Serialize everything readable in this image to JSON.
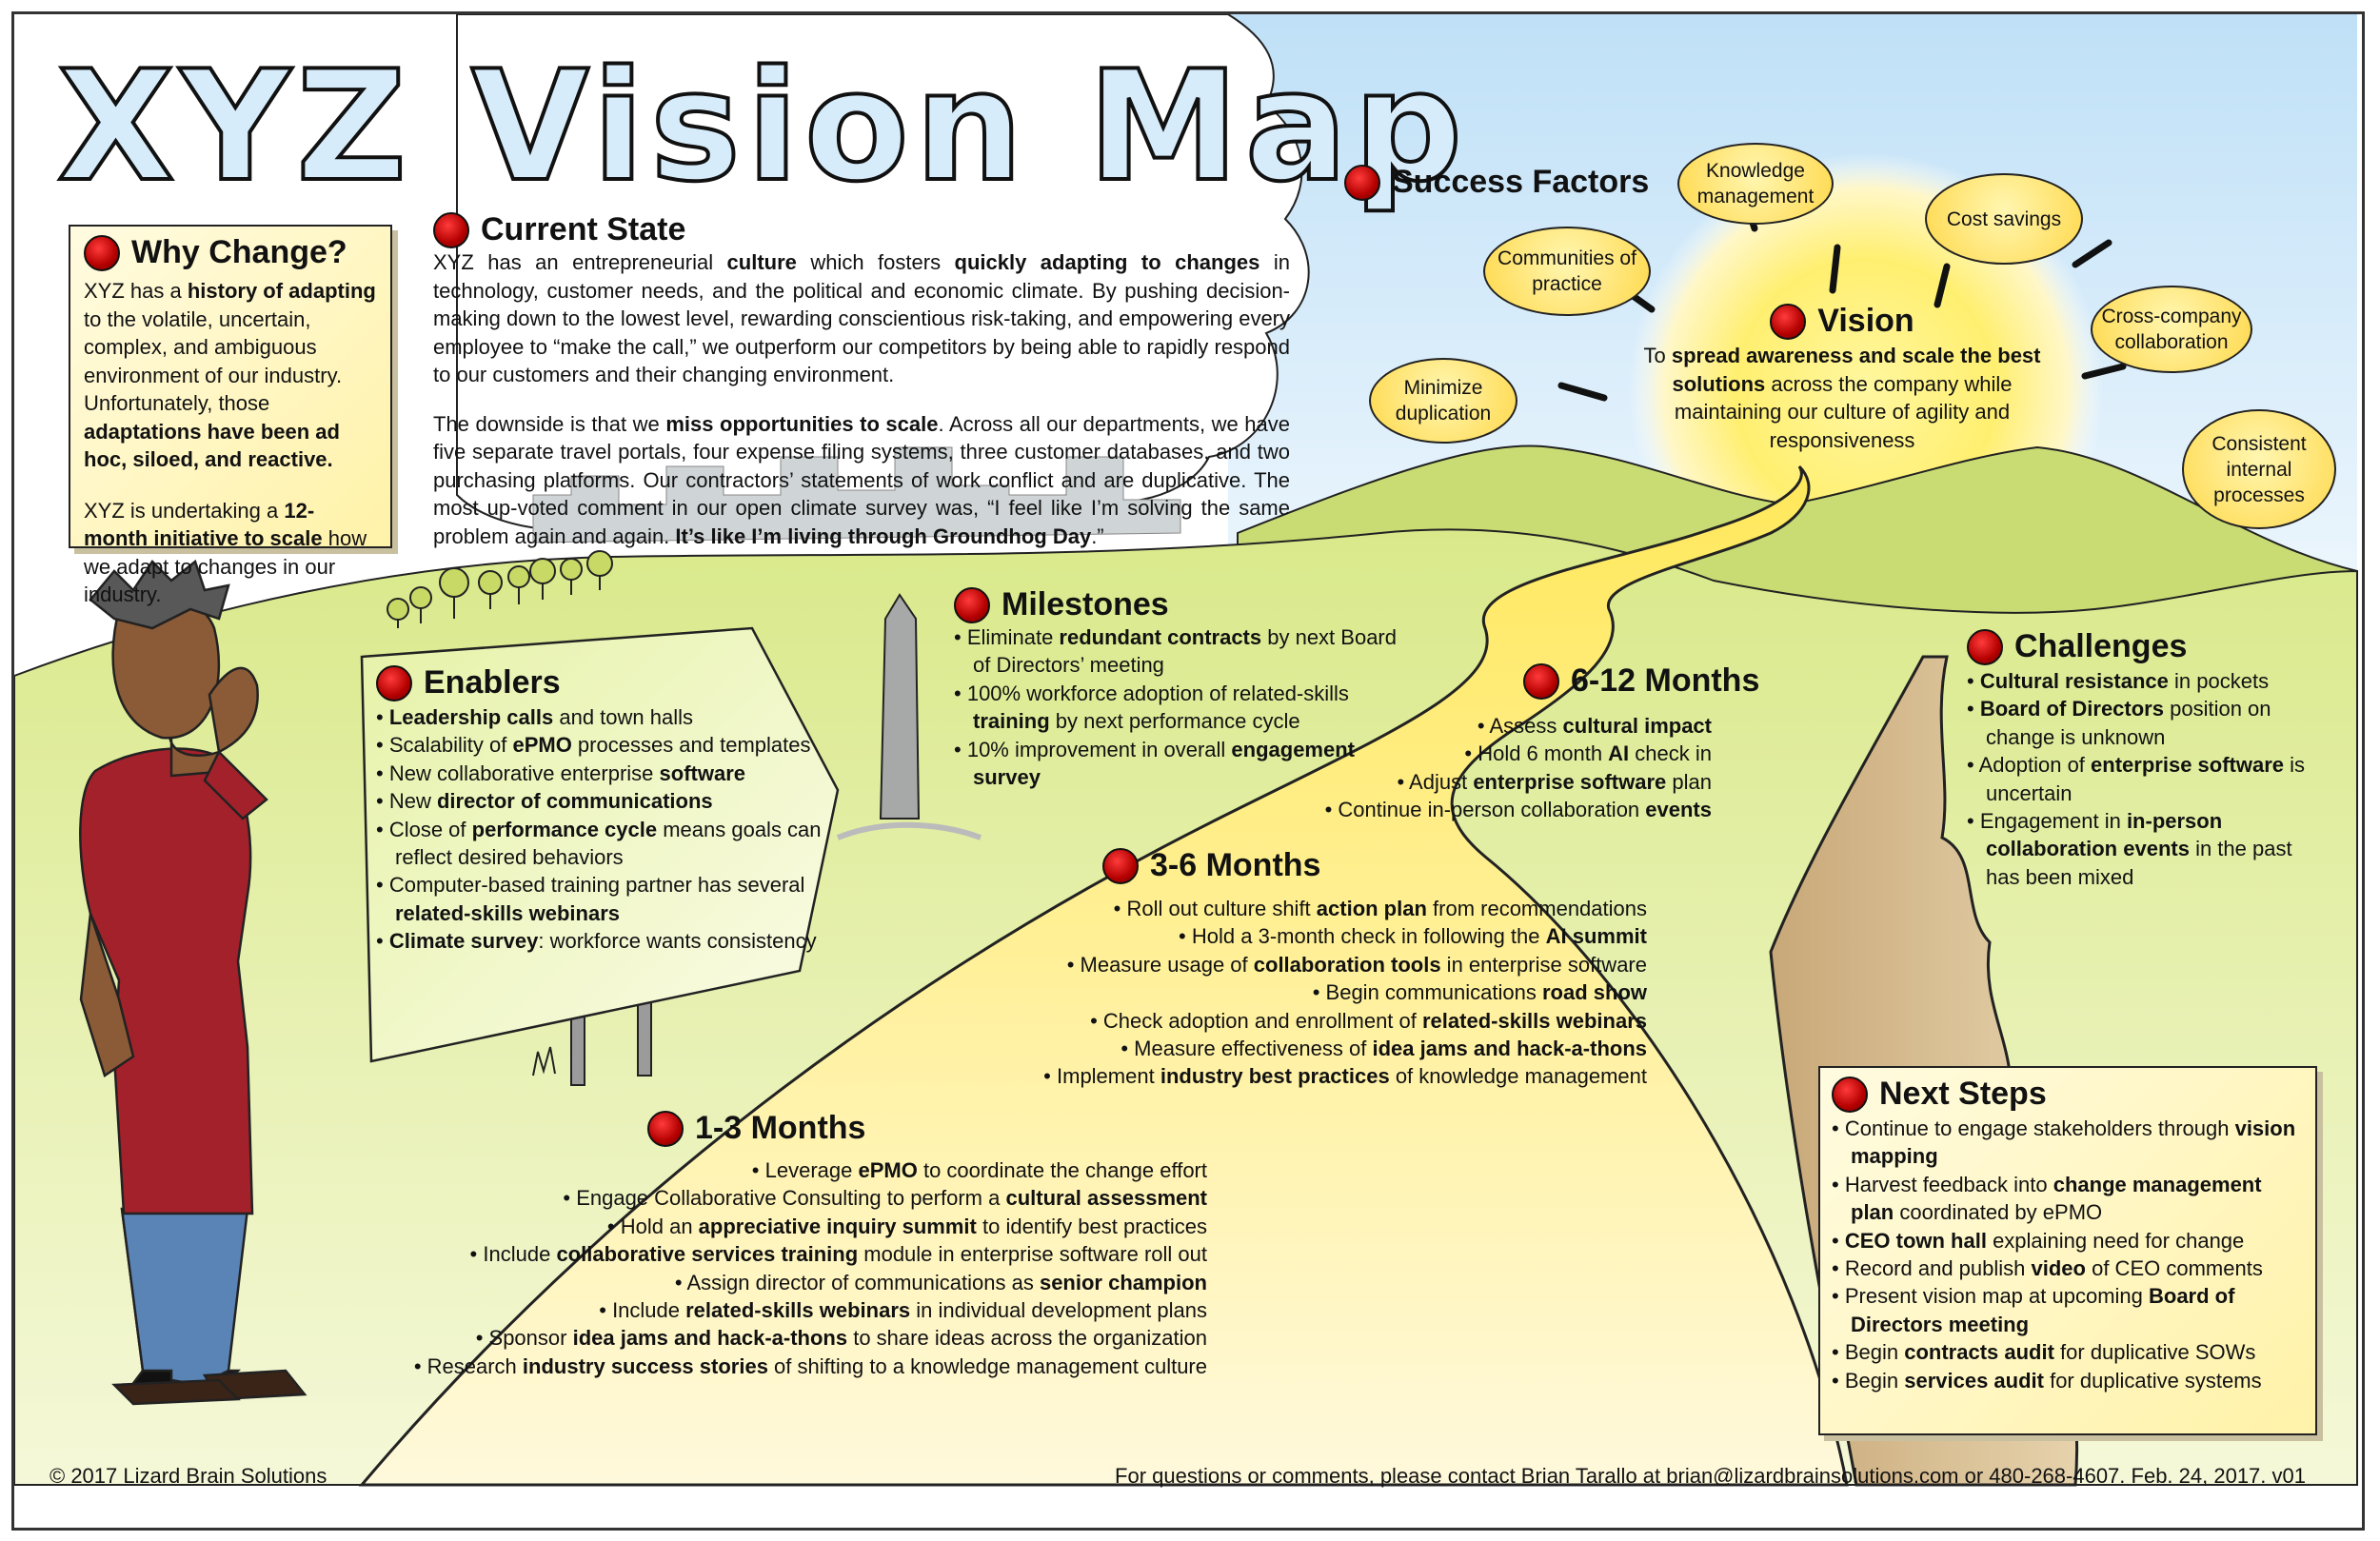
{
  "title": "XYZ Vision Map",
  "why_change": {
    "heading": "Why Change?",
    "p1": [
      "XYZ has a ",
      {
        "b": "history of adapting"
      },
      " to the volatile, uncertain, complex, and ambiguous environment of our industry.  Unfortunately, those ",
      {
        "b": "adaptations have been ad hoc, siloed, and reactive."
      }
    ],
    "p2": [
      "XYZ is undertaking a ",
      {
        "b": "12-month initiative to scale"
      },
      " how we adapt to changes in our industry."
    ]
  },
  "current_state": {
    "heading": "Current State",
    "p1": [
      "XYZ has an entrepreneurial ",
      {
        "b": "culture"
      },
      " which fosters ",
      {
        "b": "quickly adapting to changes"
      },
      " in technology, customer needs, and the political and economic climate. By pushing decision-making down to the lowest level, rewarding conscientious risk-taking, and empowering every employee to “make the call,” we outperform our competitors by being able to rapidly respond to our customers and their changing environment."
    ],
    "p2": [
      "The downside is that we ",
      {
        "b": "miss opportunities to scale"
      },
      ". Across all our departments, we have five separate travel portals, four expense filing systems, three customer databases, and two purchasing platforms. Our contractors’ statements of work conflict and are duplicative. The most up-voted comment in our open climate survey was, “I feel like I’m solving the same problem again and again. ",
      {
        "b": "It’s like I’m living through Groundhog Day"
      },
      ".”"
    ]
  },
  "success_factors": {
    "heading": "Success Factors",
    "bubbles": [
      "Knowledge management",
      "Cost savings",
      "Communities of practice",
      "Cross-company collaboration",
      "Minimize duplication",
      "Consistent internal processes"
    ]
  },
  "vision": {
    "heading": "Vision",
    "text": [
      "To ",
      {
        "b": "spread awareness and scale the best solutions"
      },
      " across the company while maintaining our culture of agility and responsiveness"
    ]
  },
  "enablers": {
    "heading": "Enablers",
    "items": [
      [
        {
          "b": "Leadership calls"
        },
        " and town halls"
      ],
      [
        "Scalability of ",
        {
          "b": "ePMO"
        },
        " processes and templates"
      ],
      [
        "New collaborative enterprise ",
        {
          "b": "software"
        }
      ],
      [
        "New ",
        {
          "b": "director of communications"
        }
      ],
      [
        "Close of ",
        {
          "b": "performance cycle"
        },
        " means goals can reflect desired behaviors"
      ],
      [
        "Computer-based training partner has several ",
        {
          "b": "related-skills webinars"
        }
      ],
      [
        {
          "b": "Climate survey"
        },
        ": workforce wants consistency"
      ]
    ]
  },
  "milestones": {
    "heading": "Milestones",
    "items": [
      [
        "Eliminate ",
        {
          "b": "redundant contracts"
        },
        " by next Board of Directors’ meeting"
      ],
      [
        "100% workforce adoption of related-skills ",
        {
          "b": "training"
        },
        " by next performance cycle"
      ],
      [
        "10% improvement in overall ",
        {
          "b": "engagement survey"
        }
      ]
    ]
  },
  "m6_12": {
    "heading": "6-12 Months",
    "items": [
      [
        "Assess ",
        {
          "b": "cultural impact"
        }
      ],
      [
        "Hold 6 month ",
        {
          "b": "AI"
        },
        " check in"
      ],
      [
        "Adjust ",
        {
          "b": "enterprise software"
        },
        " plan"
      ],
      [
        "Continue in-person collaboration ",
        {
          "b": "events"
        }
      ]
    ]
  },
  "m3_6": {
    "heading": "3-6 Months",
    "items": [
      [
        "Roll out culture shift ",
        {
          "b": "action plan"
        },
        " from recommendations"
      ],
      [
        "Hold a 3-month check in following the ",
        {
          "b": "AI summit"
        }
      ],
      [
        "Measure usage of ",
        {
          "b": "collaboration tools"
        },
        " in enterprise software"
      ],
      [
        "Begin communications ",
        {
          "b": "road show"
        }
      ],
      [
        "Check adoption and enrollment of ",
        {
          "b": "related-skills webinars"
        }
      ],
      [
        "Measure effectiveness of ",
        {
          "b": "idea jams and hack-a-thons"
        }
      ],
      [
        "Implement ",
        {
          "b": "industry best practices"
        },
        " of knowledge management"
      ]
    ]
  },
  "m1_3": {
    "heading": "1-3 Months",
    "items": [
      [
        "Leverage ",
        {
          "b": "ePMO"
        },
        " to coordinate the change effort"
      ],
      [
        "Engage Collaborative Consulting to perform a ",
        {
          "b": "cultural assessment"
        }
      ],
      [
        "Hold an ",
        {
          "b": "appreciative inquiry summit"
        },
        " to identify best practices"
      ],
      [
        "Include ",
        {
          "b": "collaborative services training"
        },
        " module in enterprise software roll out"
      ],
      [
        "Assign director of communications as ",
        {
          "b": "senior champion"
        }
      ],
      [
        "Include ",
        {
          "b": "related-skills webinars"
        },
        " in individual development plans"
      ],
      [
        "Sponsor ",
        {
          "b": "idea jams and hack-a-thons"
        },
        " to share ideas across the organization"
      ],
      [
        "Research ",
        {
          "b": "industry success stories"
        },
        " of shifting to a knowledge management culture"
      ]
    ]
  },
  "challenges": {
    "heading": "Challenges",
    "items": [
      [
        {
          "b": "Cultural resistance"
        },
        " in pockets"
      ],
      [
        {
          "b": "Board of Directors"
        },
        " position on change is unknown"
      ],
      [
        "Adoption of ",
        {
          "b": "enterprise software"
        },
        " is uncertain"
      ],
      [
        "Engagement in ",
        {
          "b": "in-person collaboration events"
        },
        " in the past has been mixed"
      ]
    ]
  },
  "next_steps": {
    "heading": "Next Steps",
    "items": [
      [
        "Continue to engage stakeholders through ",
        {
          "b": "vision mapping"
        }
      ],
      [
        "Harvest feedback into ",
        {
          "b": "change management plan"
        },
        " coordinated by ePMO"
      ],
      [
        {
          "b": "CEO town hall"
        },
        " explaining need for change"
      ],
      [
        "Record and publish ",
        {
          "b": "video"
        },
        " of CEO comments"
      ],
      [
        "Present vision map at upcoming ",
        {
          "b": "Board of Directors meeting"
        }
      ],
      [
        "Begin ",
        {
          "b": "contracts audit"
        },
        " for duplicative SOWs"
      ],
      [
        "Begin ",
        {
          "b": "services audit"
        },
        " for duplicative systems"
      ]
    ]
  },
  "footer": {
    "left": "© 2017 Lizard Brain Solutions",
    "right": "For questions or comments, please contact Brian Tarallo at brian@lizardbrainsolutions.com or 480-268-4607. Feb. 24, 2017. v01"
  },
  "colors": {
    "sky": "#cfe6f7",
    "grass": "#cde07a",
    "road": "#fff6b8",
    "sun": "#ffe14d",
    "note": "#fff2a8",
    "accent": "#c00000"
  },
  "icons": [
    "red-bullet-icon",
    "sun-icon",
    "person-illustration",
    "signpost-illustration",
    "obelisk-milestone-illustration",
    "cliff-illustration",
    "tree-icon"
  ]
}
